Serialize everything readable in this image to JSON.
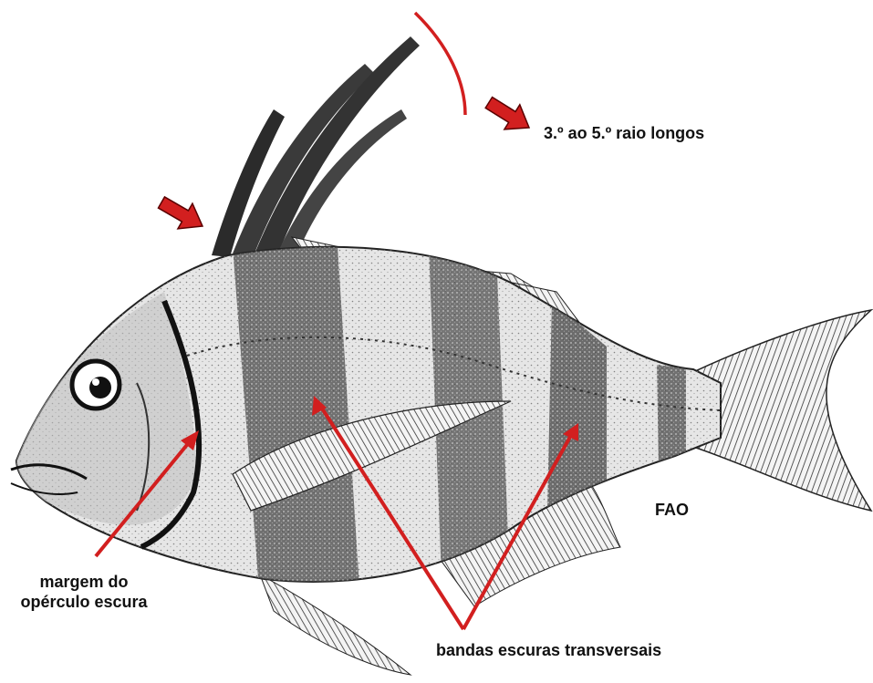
{
  "annotations": {
    "long_rays": "3.º ao 5.º raio longos",
    "operculum_line1": "margem do",
    "operculum_line2": "opérculo escura",
    "bands": "bandas escuras transversais",
    "credit": "FAO"
  },
  "colors": {
    "annotation": "#d21f1f",
    "band": "#3a3a3a",
    "body": "#e4e4e4",
    "ink": "#111111"
  },
  "icons": [
    "arrow-icon"
  ]
}
